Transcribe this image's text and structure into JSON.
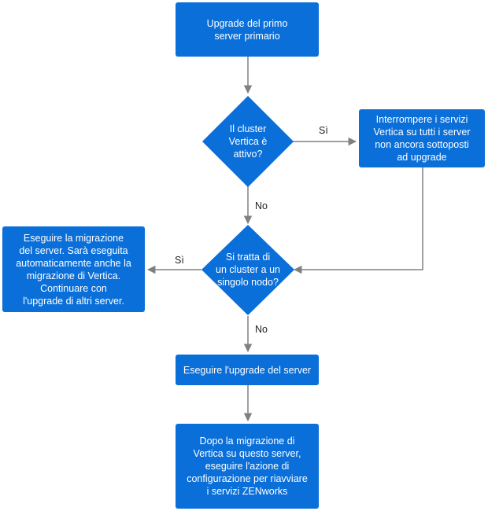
{
  "colors": {
    "node_fill": "#0a6fd9",
    "connector": "#808080",
    "node_text": "#ffffff"
  },
  "nodes": {
    "start": "Upgrade del primo\nserver primario",
    "q_cluster_active": "Il cluster\nVertica è\nattivo?",
    "stop_services": "Interrompere i servizi\nVertica  su tutti i server\nnon ancora sottoposti\nad upgrade",
    "q_single_node": "Si tratta di\nun  cluster a un\nsingolo nodo?",
    "migrate_server": "Eseguire la migrazione\ndel server. Sarà eseguita\nautomaticamente anche la\nmigrazione di Vertica.\nContinuare con\nl'upgrade di altri server.",
    "upgrade_server": "Eseguire l'upgrade del server",
    "restart_services": "Dopo la migrazione di\nVertica su questo server,\neseguire l'azione di\nconfigurazione per riavviare\ni servizi ZENworks"
  },
  "edges": {
    "yes_1": "Sì",
    "no_1": "No",
    "yes_2": "Sì",
    "no_2": "No"
  }
}
